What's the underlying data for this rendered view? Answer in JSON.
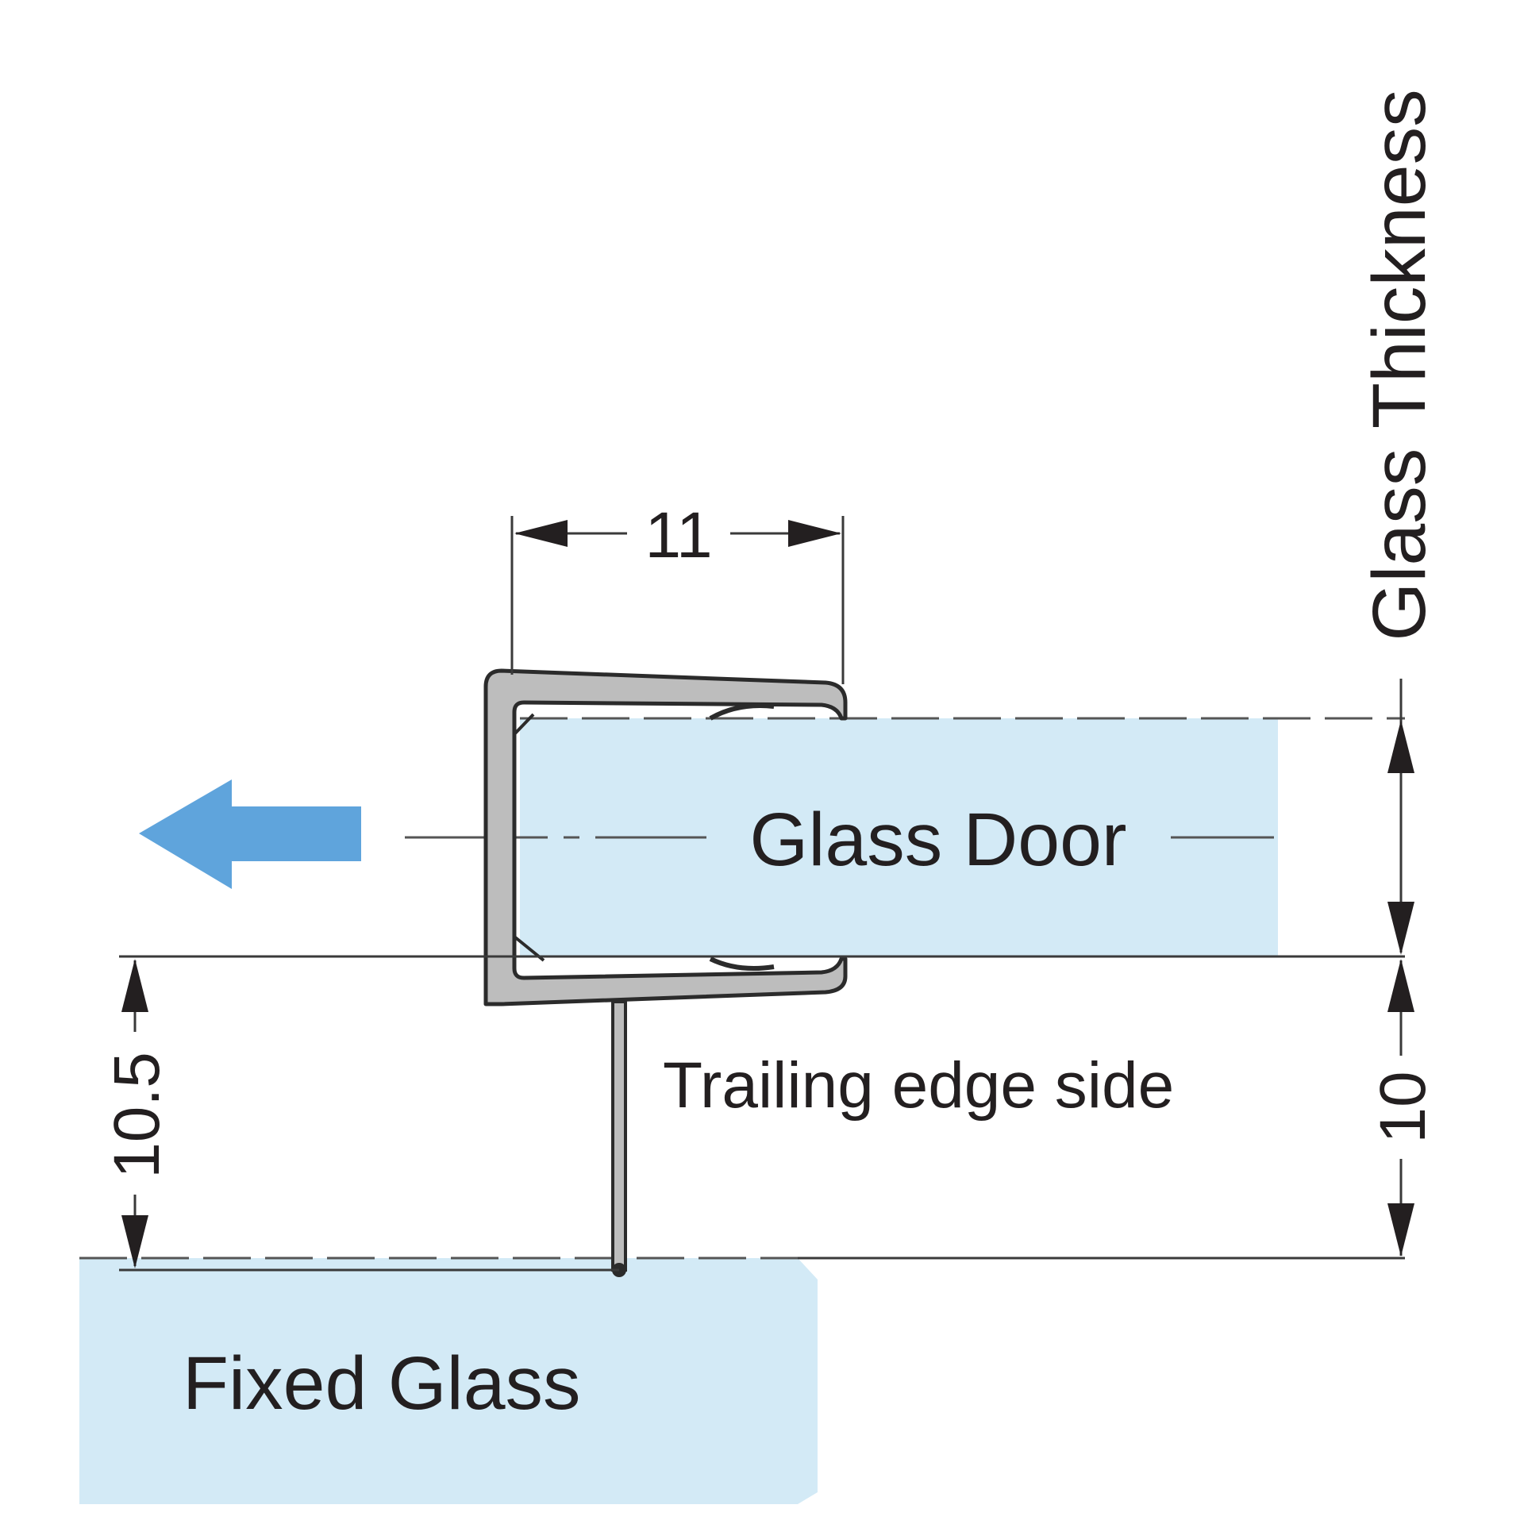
{
  "labels": {
    "glass_door": "Glass Door",
    "fixed_glass": "Fixed Glass",
    "trailing_edge_side": "Trailing edge side",
    "glass_thickness": "Glass Thickness"
  },
  "dimensions": {
    "profile_width": "11",
    "offset_left": "10.5",
    "gap_right": "10"
  },
  "colors": {
    "glass_fill": "#d3eaf6",
    "profile_fill": "#bdbdbd",
    "profile_stroke": "#2b2b2b",
    "arrow_fill": "#5fa4dc",
    "line": "#3a3a3a"
  },
  "icons": {
    "direction_arrow": "arrow-left-icon"
  }
}
